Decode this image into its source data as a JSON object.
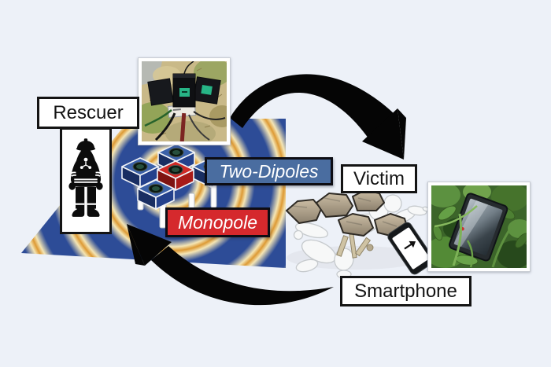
{
  "labels": {
    "rescuer": "Rescuer",
    "victim": "Victim",
    "smartphone": "Smartphone",
    "two_dipoles": "Two-Dipoles",
    "monopole": "Monopole"
  },
  "colors": {
    "background": "#edf1f8",
    "label_border": "#141414",
    "two_dipoles_bg": "#4a6da0",
    "monopole_bg": "#d5292d",
    "arrow": "#050505",
    "ripple_blue": "#2d4c97",
    "ripple_cream": "#f4e5b4",
    "ripple_orange": "#dd9a35",
    "antenna_cube_blue": "#3b61a8",
    "antenna_cube_red": "#cf2a26"
  },
  "icons": {
    "firefighter": "firefighter-silhouette",
    "antenna_array": "five-element-antenna-array",
    "victim_figure": "person-under-rubble",
    "smartphone_glyph": "smartphone-with-signal-arrow",
    "arrow_top": "curved-arrow-antenna-to-victim",
    "arrow_bottom": "curved-arrow-smartphone-to-rescuer"
  },
  "photos": {
    "antenna_photo": "monopole-antenna-prototype-on-grass",
    "smartphone_photo": "smartphone-lying-in-vegetation"
  }
}
